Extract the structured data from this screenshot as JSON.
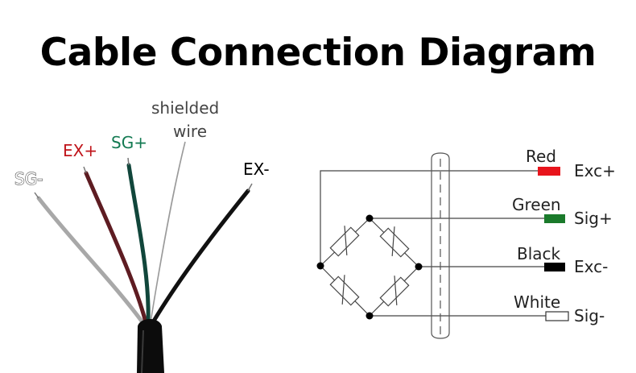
{
  "title": "Cable Connection Diagram",
  "cable_labels": {
    "sg_minus": "SG-",
    "ex_plus": "EX+",
    "sg_plus": "SG+",
    "shielded_line1": "shielded",
    "shielded_line2": "wire",
    "ex_minus": "EX-"
  },
  "connections": [
    {
      "wire": "Red",
      "signal": "Exc+",
      "color": "#e8141c"
    },
    {
      "wire": "Green",
      "signal": "Sig+",
      "color": "#1a7a2b"
    },
    {
      "wire": "Black",
      "signal": "Exc-",
      "color": "#000000"
    },
    {
      "wire": "White",
      "signal": "Sig-",
      "color": "#ffffff"
    }
  ],
  "colors": {
    "ex_plus_label": "#c0151b",
    "sg_plus_label": "#137a52",
    "wire_red": "#5e1c22",
    "wire_green": "#11463b",
    "wire_gray": "#a8a8a8",
    "wire_shield": "#9a9a9a",
    "wire_black": "#111111"
  }
}
